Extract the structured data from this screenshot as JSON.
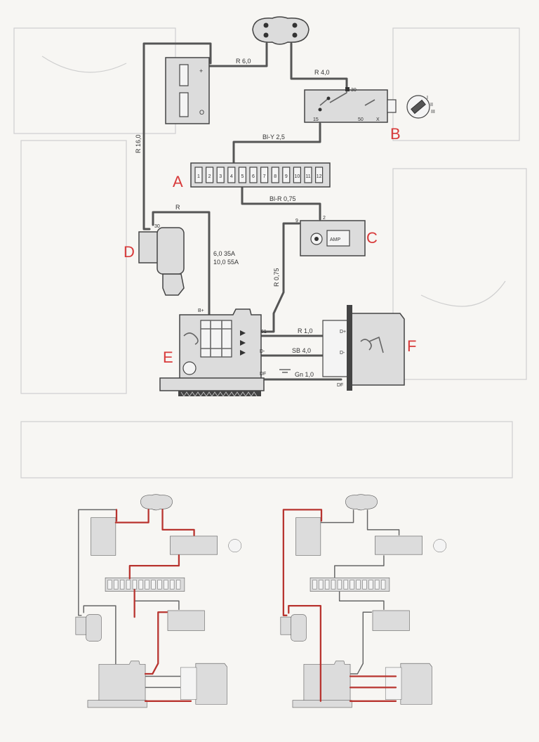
{
  "components": {
    "A": "A",
    "B": "B",
    "C": "C",
    "D": "D",
    "E": "E",
    "F": "F"
  },
  "wire_labels": {
    "r60": "R 6,0",
    "r40": "R 4,0",
    "r160": "R 16,0",
    "bly25": "Bl-Y 2,5",
    "blr075": "Bl-R 0,75",
    "r_plain": "R",
    "r075": "R 0,75",
    "amp_rating1": "6,0 35A",
    "amp_rating2": "10,0 55A",
    "r10": "R 1,0",
    "sb40": "SB 4,0",
    "gn10": "Gn 1,0"
  },
  "terminals": {
    "t30_switch": "30",
    "t15": "15",
    "t50": "50",
    "tx": "X",
    "t30_starter": "30",
    "t9": "9",
    "t2": "2",
    "bplus": "B+",
    "t61": "61",
    "dminus": "D-",
    "df": "DF",
    "dplus_reg": "D+",
    "dminus_reg": "D-",
    "df_reg": "DF"
  },
  "battery": {
    "plus": "+",
    "minus": "O"
  },
  "ammeter": {
    "label": "AMP"
  },
  "ignition_positions": {
    "p1": "I",
    "p2": "II",
    "p3": "III"
  },
  "fuse_numbers": [
    "1",
    "2",
    "3",
    "4",
    "5",
    "6",
    "7",
    "8",
    "9",
    "10",
    "11",
    "12"
  ],
  "colors": {
    "current_flow": "#b8342f",
    "component_letter": "#d83a3a"
  }
}
